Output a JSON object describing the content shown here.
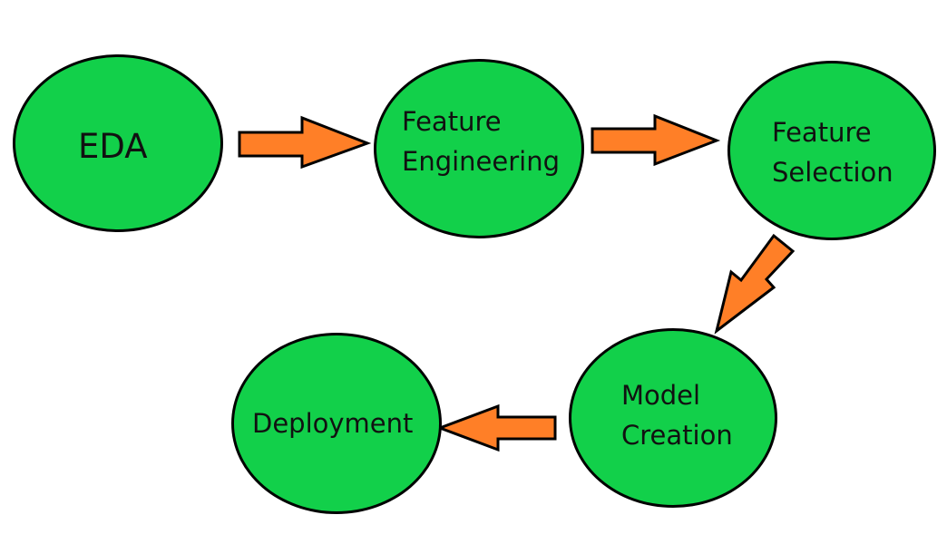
{
  "colors": {
    "node_fill": "#12D04A",
    "node_stroke": "#000000",
    "arrow_fill": "#FF7F27",
    "arrow_stroke": "#000000"
  },
  "nodes": [
    {
      "id": "eda",
      "lines": [
        "EDA"
      ]
    },
    {
      "id": "feature-engineering",
      "lines": [
        "Feature",
        "Engineering"
      ]
    },
    {
      "id": "feature-selection",
      "lines": [
        "Feature",
        "Selection"
      ]
    },
    {
      "id": "model-creation",
      "lines": [
        "Model",
        "Creation"
      ]
    },
    {
      "id": "deployment",
      "lines": [
        "Deployment"
      ]
    }
  ],
  "edges": [
    {
      "from": "eda",
      "to": "feature-engineering"
    },
    {
      "from": "feature-engineering",
      "to": "feature-selection"
    },
    {
      "from": "feature-selection",
      "to": "model-creation"
    },
    {
      "from": "model-creation",
      "to": "deployment"
    }
  ]
}
